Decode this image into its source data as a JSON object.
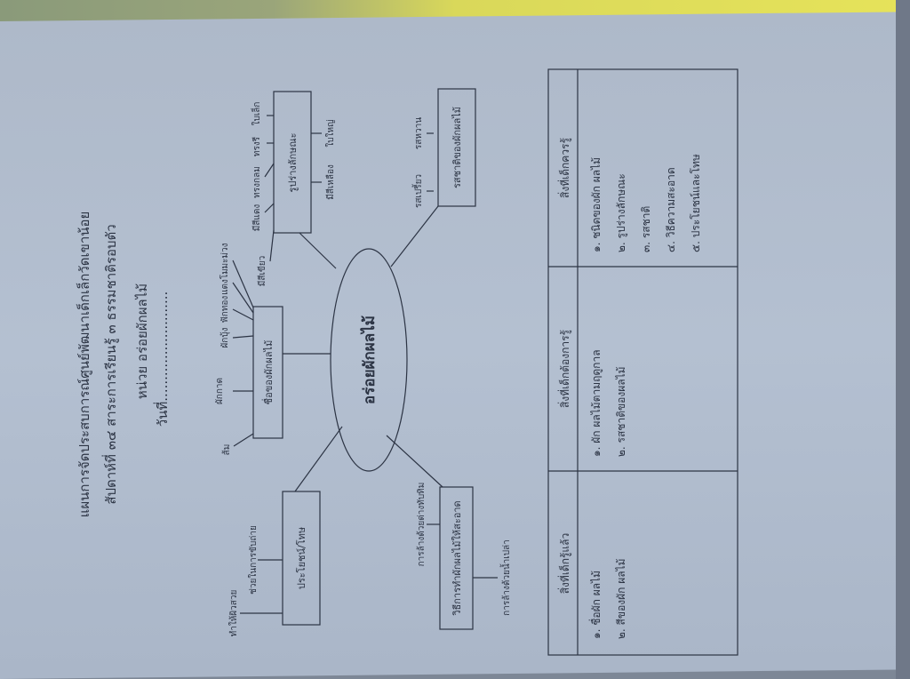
{
  "header": {
    "title_line1": "แผนการจัดประสบการณ์ศูนย์พัฒนาเด็กเล็กวัดเขาน้อย",
    "title_line2": "สัปดาห์ที่ ๓๔ สาระการเรียนรู้ ๓ ธรรมชาติรอบตัว",
    "unit": "หน่วย  อร่อยผักผลไม้",
    "date": "วันที่.........................."
  },
  "mindmap": {
    "center": "อร่อยผักผลไม้",
    "names": {
      "label": "ชื่อของผักผลไม้",
      "items": [
        "ส้ม",
        "ผักกาด",
        "ผักบุ้ง",
        "ฟักทอง",
        "แตงโม",
        "มะม่วง"
      ]
    },
    "shape": {
      "label": "รูปร่างลักษณะ",
      "items_top": [
        "มีสีเขียว",
        "มีสีแดง",
        "ทรงกลม",
        "ทรงรี",
        "ใบเล็ก"
      ],
      "items_bottom": [
        "มีสีเหลือง",
        "ใบใหญ่"
      ]
    },
    "taste": {
      "label": "รสชาติของผักผลไม้",
      "items": [
        "รสเปรี้ยว",
        "รสหวาน"
      ]
    },
    "benefit": {
      "label": "ประโยชน์/โทษ",
      "items": [
        "ทำให้ผิวสวย",
        "ช่วยในการขับถ่าย"
      ]
    },
    "cleaning": {
      "label": "วิธีการทำผักผลไม้ให้สะอาด",
      "items_top": [
        "การล้างด้วยด่างทับทิม"
      ],
      "items_bottom": [
        "การล้างด้วยน้ำเปล่า"
      ]
    }
  },
  "table": {
    "headers": [
      "สิ่งที่เด็กรู้แล้ว",
      "สิ่งที่เด็กต้องการรู้",
      "สิ่งที่เด็กควรรู้"
    ],
    "col1": [
      "๑.  ชื่อผัก  ผลไม้",
      "๒.  สีของผัก  ผลไม้"
    ],
    "col2": [
      "๑.  ผัก  ผลไม้ตามฤดูกาล",
      "๒.  รสชาติของผลไม้"
    ],
    "col3": [
      "๑.  ชนิดของผัก  ผลไม้",
      "๒.  รูปร่างลักษณะ",
      "๓.  รสชาติ",
      "๔.  วิธีความสะอาด",
      "๕.  ประโยชน์และโทษ"
    ]
  }
}
